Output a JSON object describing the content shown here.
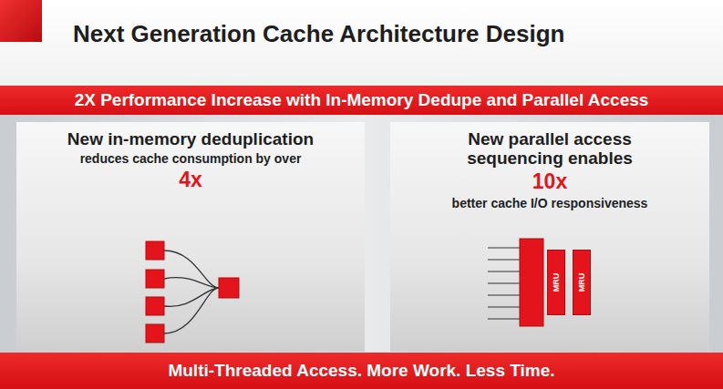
{
  "diagram": {
    "title": "Next Generation Cache Architecture Design",
    "nodes": [
      {
        "text": [
          "2X Performance Increase with In-Memory Dedupe and Parallel Access"
        ]
      },
      {
        "text": [
          "New in-memory deduplication",
          "reduces cache consumption by over",
          "4x"
        ]
      },
      {
        "text": [
          "New parallel access sequencing enables",
          "10x",
          "better cache I/O responsiveness"
        ]
      },
      {
        "text": [
          "MRU"
        ],
        "in": 2
      },
      {
        "text": [
          "MRU"
        ],
        "in": 2
      },
      {
        "text": [
          "Multi-Threaded Access. More Work. Less Time."
        ]
      }
    ]
  }
}
